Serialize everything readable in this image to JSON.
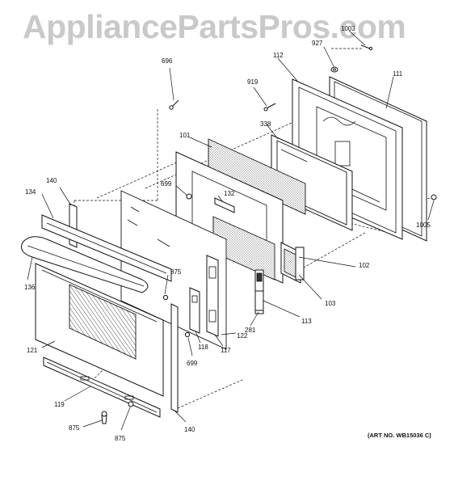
{
  "watermark": "AppliancePartsPros.com",
  "art_number": "(ART NO. WB15036 C)",
  "callouts": [
    {
      "id": "c1003",
      "label": "1003"
    },
    {
      "id": "c927",
      "label": "927"
    },
    {
      "id": "c112",
      "label": "112"
    },
    {
      "id": "c111",
      "label": "111"
    },
    {
      "id": "c696",
      "label": "696"
    },
    {
      "id": "c919",
      "label": "919"
    },
    {
      "id": "c338",
      "label": "338"
    },
    {
      "id": "c101",
      "label": "101"
    },
    {
      "id": "c699a",
      "label": "699"
    },
    {
      "id": "c132",
      "label": "132"
    },
    {
      "id": "c140a",
      "label": "140"
    },
    {
      "id": "c134",
      "label": "134"
    },
    {
      "id": "c1005",
      "label": "1005"
    },
    {
      "id": "c102",
      "label": "102"
    },
    {
      "id": "c875a",
      "label": "875"
    },
    {
      "id": "c136",
      "label": "136"
    },
    {
      "id": "c103",
      "label": "103"
    },
    {
      "id": "c113",
      "label": "113"
    },
    {
      "id": "c281",
      "label": "281"
    },
    {
      "id": "c122",
      "label": "122"
    },
    {
      "id": "c118",
      "label": "118"
    },
    {
      "id": "c117",
      "label": "117"
    },
    {
      "id": "c121",
      "label": "121"
    },
    {
      "id": "c699b",
      "label": "699"
    },
    {
      "id": "c119",
      "label": "119"
    },
    {
      "id": "c875b",
      "label": "875"
    },
    {
      "id": "c875c",
      "label": "875"
    },
    {
      "id": "c140b",
      "label": "140"
    }
  ]
}
